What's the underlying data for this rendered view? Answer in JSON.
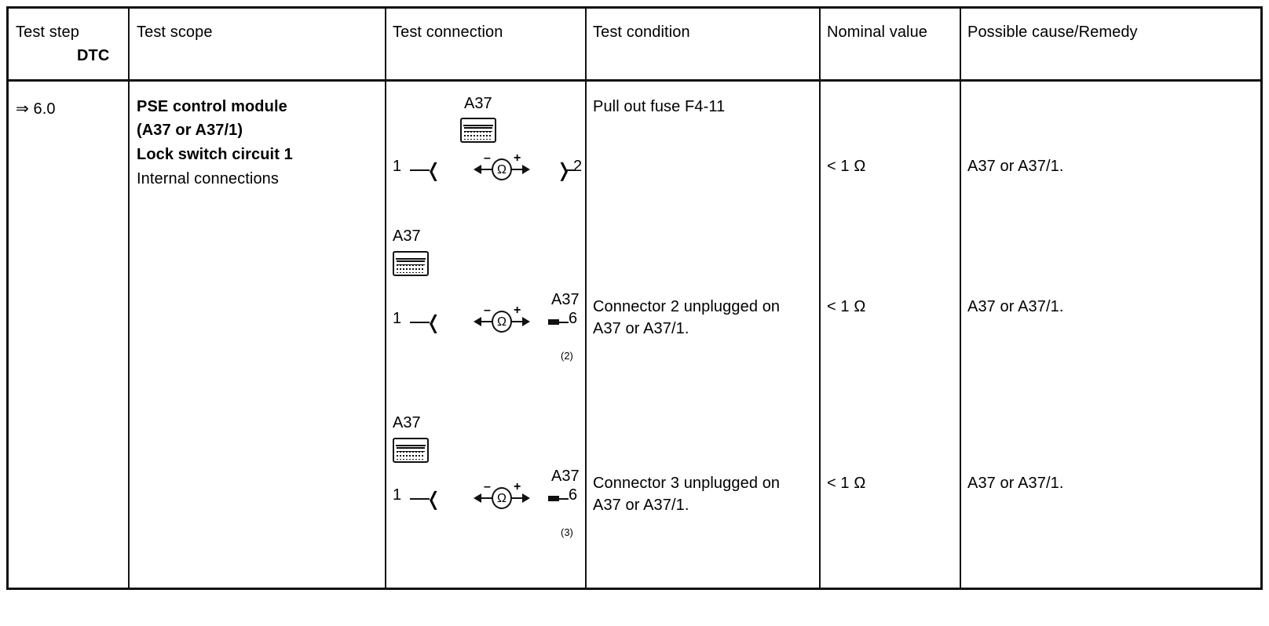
{
  "document": {
    "type": "diagnostic-test-table",
    "headers": [
      {
        "label": "Test step",
        "sub_label": "DTC"
      },
      {
        "label": "Test scope"
      },
      {
        "label": "Test connection"
      },
      {
        "label": "Test condition"
      },
      {
        "label": "Nominal value"
      },
      {
        "label": "Possible cause/Remedy"
      }
    ],
    "row": {
      "test_step": "⇒ 6.0",
      "test_scope": {
        "line1": "PSE control module",
        "line2": "(A37 or A37/1)",
        "line3": "Lock switch circuit 1",
        "line4": "Internal connections"
      },
      "sub_tests": [
        {
          "connector_label_top": "A37",
          "left_pin": "1",
          "meter": "Ω",
          "meter_minus": "–",
          "meter_plus": "+",
          "right_label": "",
          "right_pin": "2",
          "right_note": "",
          "test_condition_line1": "Pull out fuse F4-11",
          "test_condition_line2": "",
          "nominal_value": "< 1 Ω",
          "possible_cause": "A37 or A37/1."
        },
        {
          "connector_label_top": "A37",
          "left_pin": "1",
          "meter": "Ω",
          "meter_minus": "–",
          "meter_plus": "+",
          "right_label": "A37",
          "right_pin": "6",
          "right_note": "(2)",
          "test_condition_line1": "Connector 2 unplugged on",
          "test_condition_line2": "A37 or A37/1.",
          "nominal_value": "< 1 Ω",
          "possible_cause": "A37 or A37/1."
        },
        {
          "connector_label_top": "A37",
          "left_pin": "1",
          "meter": "Ω",
          "meter_minus": "–",
          "meter_plus": "+",
          "right_label": "A37",
          "right_pin": "6",
          "right_note": "(3)",
          "test_condition_line1": "Connector 3 unplugged on",
          "test_condition_line2": "A37 or A37/1.",
          "nominal_value": "< 1 Ω",
          "possible_cause": "A37 or A37/1."
        }
      ]
    },
    "colors": {
      "ink": "#111111",
      "paper": "#ffffff"
    }
  }
}
